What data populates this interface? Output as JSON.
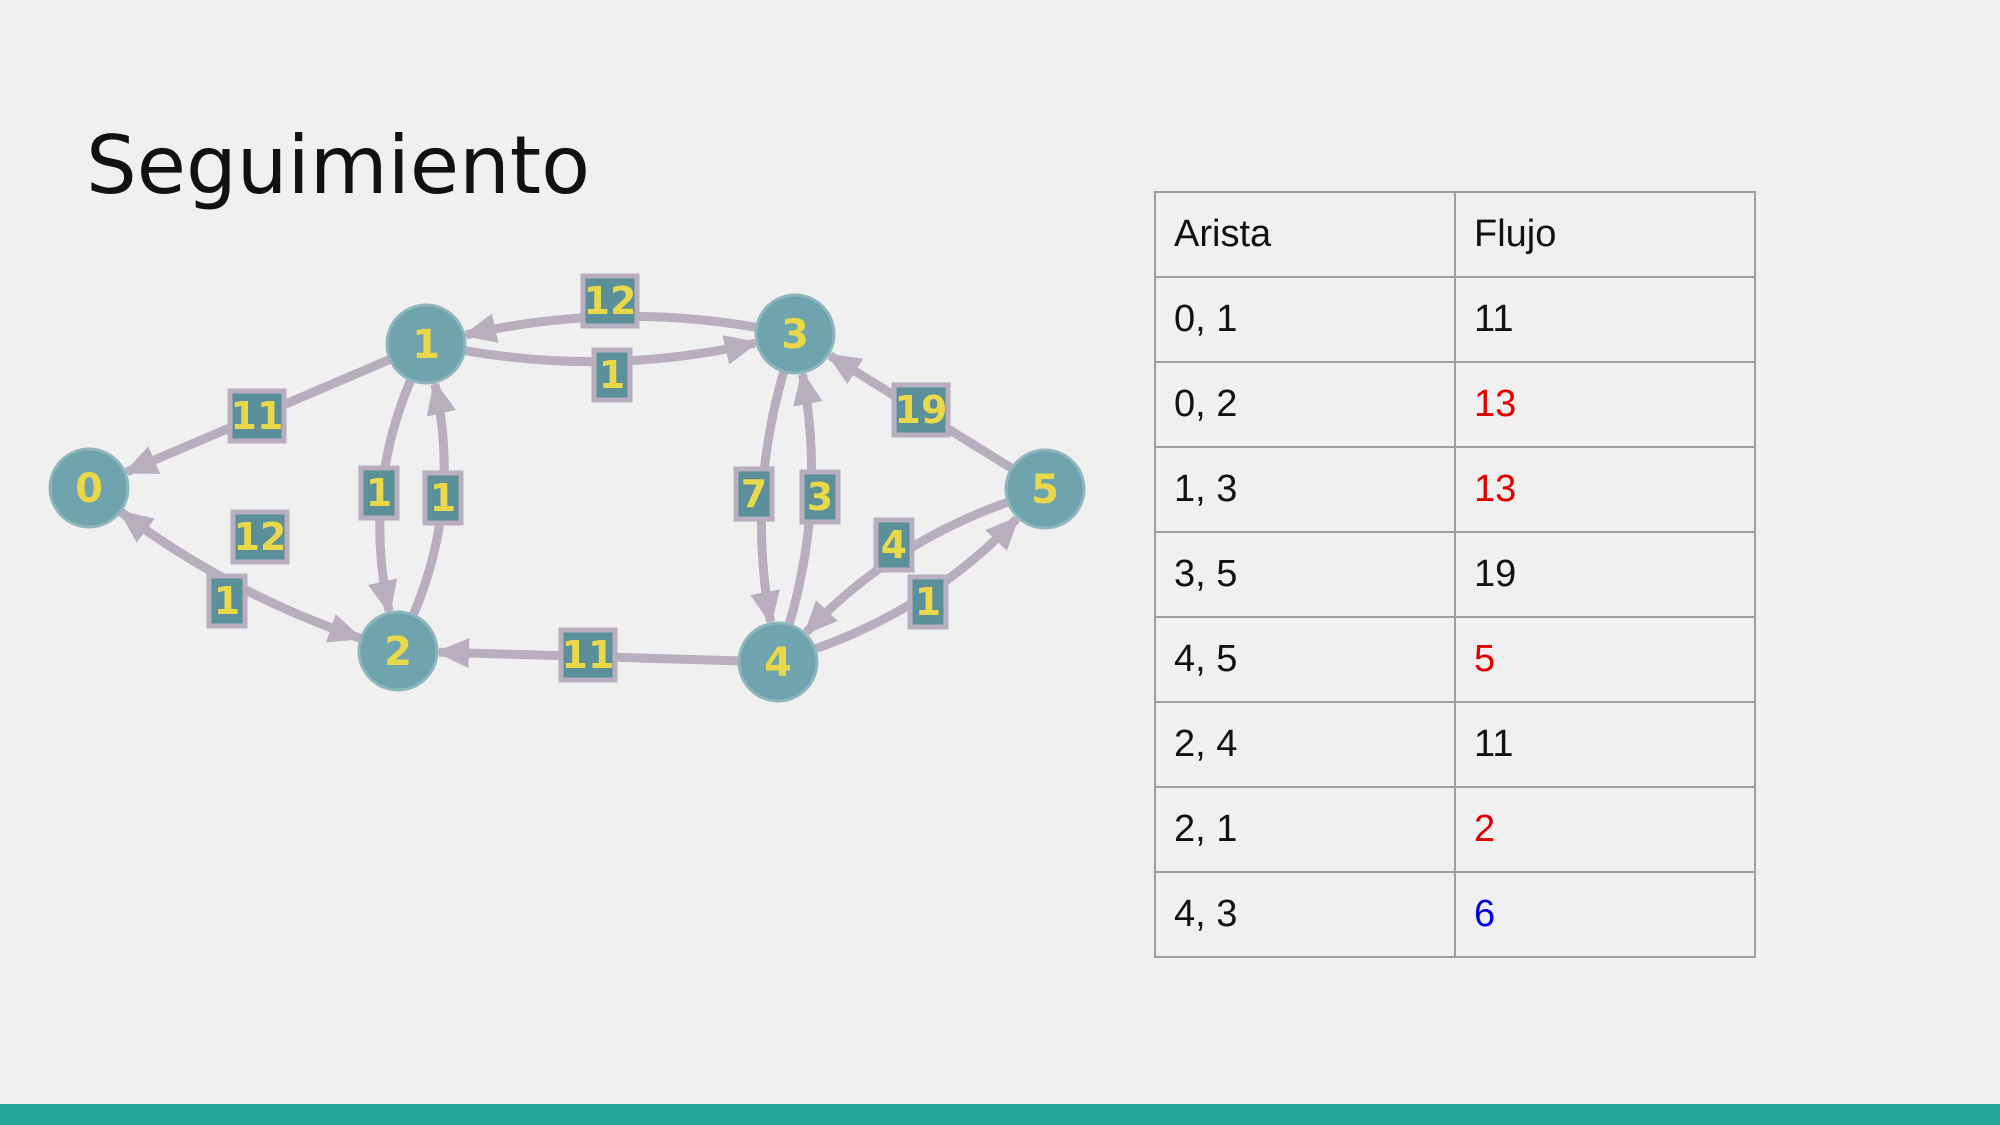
{
  "title": "Seguimiento",
  "colors": {
    "background": "#f0f0f0",
    "node_fill": "#6fa3ad",
    "node_label": "#e8d84a",
    "edge": "#b9aebe",
    "label_box_fill": "#5b8f99",
    "label_box_stroke": "#b9aebe",
    "highlight_red": "#e00000",
    "highlight_blue": "#0000e0",
    "accent_bar": "#26a69a"
  },
  "graph": {
    "nodes": [
      "0",
      "1",
      "2",
      "3",
      "4",
      "5"
    ],
    "edges": [
      {
        "from": "1",
        "to": "0",
        "label": "11"
      },
      {
        "from": "2",
        "to": "0",
        "label": "12"
      },
      {
        "from": "0",
        "to": "2",
        "label": "1"
      },
      {
        "from": "1",
        "to": "2",
        "label": "1"
      },
      {
        "from": "2",
        "to": "1",
        "label": "1"
      },
      {
        "from": "3",
        "to": "1",
        "label": "12"
      },
      {
        "from": "1",
        "to": "3",
        "label": "1"
      },
      {
        "from": "3",
        "to": "4",
        "label": "7"
      },
      {
        "from": "4",
        "to": "3",
        "label": "3"
      },
      {
        "from": "5",
        "to": "3",
        "label": "19"
      },
      {
        "from": "5",
        "to": "4",
        "label": "4"
      },
      {
        "from": "4",
        "to": "5",
        "label": "1"
      },
      {
        "from": "4",
        "to": "2",
        "label": "11"
      }
    ]
  },
  "table": {
    "headers": [
      "Arista",
      "Flujo"
    ],
    "rows": [
      {
        "edge": "0, 1",
        "flow": "11",
        "color": "#111111"
      },
      {
        "edge": "0, 2",
        "flow": "13",
        "color": "#e00000"
      },
      {
        "edge": "1, 3",
        "flow": "13",
        "color": "#e00000"
      },
      {
        "edge": "3, 5",
        "flow": "19",
        "color": "#111111"
      },
      {
        "edge": "4, 5",
        "flow": "5",
        "color": "#e00000"
      },
      {
        "edge": "2, 4",
        "flow": "11",
        "color": "#111111"
      },
      {
        "edge": "2, 1",
        "flow": "2",
        "color": "#e00000"
      },
      {
        "edge": "4, 3",
        "flow": "6",
        "color": "#0000e0"
      }
    ]
  }
}
